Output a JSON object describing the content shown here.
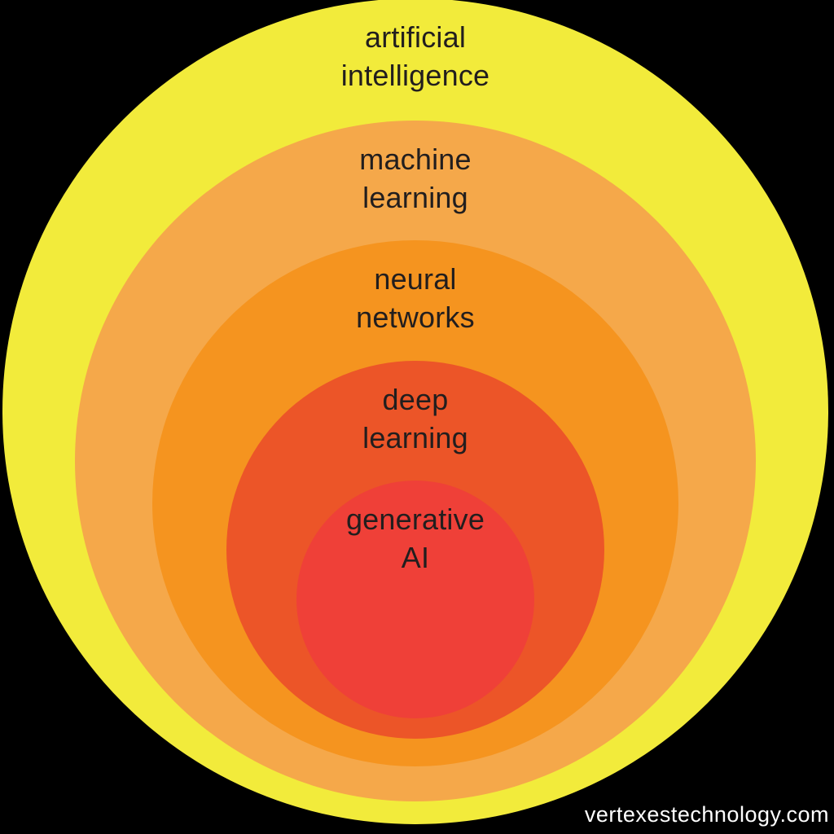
{
  "background_color": "#000000",
  "diagram": {
    "label_color": "#221e1e",
    "rings": [
      {
        "id": "artificial-intelligence",
        "label_line1": "artificial",
        "label_line2": "intelligence",
        "color": "#F2EB3B"
      },
      {
        "id": "machine-learning",
        "label_line1": "machine",
        "label_line2": "learning",
        "color": "#F5A84A"
      },
      {
        "id": "neural-networks",
        "label_line1": "neural",
        "label_line2": "networks",
        "color": "#F5941F"
      },
      {
        "id": "deep-learning",
        "label_line1": "deep",
        "label_line2": "learning",
        "color": "#EC5528"
      },
      {
        "id": "generative-ai",
        "label_line1": "generative",
        "label_line2": "AI",
        "color": "#EF4038"
      }
    ]
  },
  "watermark": {
    "text": "vertexestechnology.com",
    "color": "#FFFFFF"
  }
}
